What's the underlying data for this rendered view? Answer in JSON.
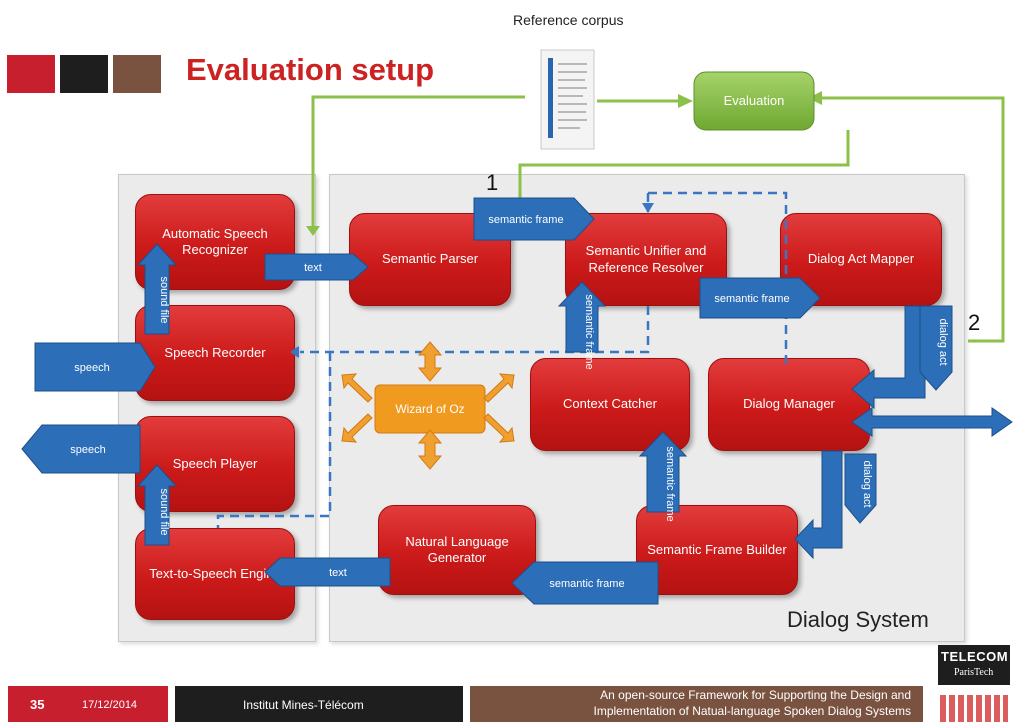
{
  "header": {
    "title": "Evaluation setup",
    "reference_corpus": "Reference corpus",
    "squares": [
      "#c81f2f",
      "#1e1e1e",
      "#7a5240"
    ]
  },
  "diagram": {
    "evaluation": "Evaluation",
    "marker_1": "1",
    "marker_2": "2",
    "system_label": "Dialog System",
    "boxes": {
      "asr": "Automatic Speech Recognizer",
      "speech_recorder": "Speech Recorder",
      "speech_player": "Speech Player",
      "tts": "Text-to-Speech Engine",
      "semantic_parser": "Semantic Parser",
      "semantic_unifier": "Semantic Unifier and Reference Resolver",
      "dialog_act_mapper": "Dialog Act Mapper",
      "context_catcher": "Context Catcher",
      "dialog_manager": "Dialog Manager",
      "nlg": "Natural Language Generator",
      "semantic_frame_builder": "Semantic Frame Builder",
      "wizard_of_oz": "Wizard of Oz"
    },
    "arrows": {
      "speech_in": "speech",
      "speech_out": "speech",
      "text_asr_parser": "text",
      "text_nlg_tts": "text",
      "sound_file_1": "sound file",
      "sound_file_2": "sound file",
      "semantic_frame_parser": "semantic frame",
      "semantic_frame_unifier": "semantic frame",
      "semantic_frame_context_1": "semantic frame",
      "semantic_frame_context_2": "semantic frame",
      "semantic_frame_builder_nlg": "semantic frame",
      "dialog_act_1": "dialog act",
      "dialog_act_2": "dialog act"
    }
  },
  "footer": {
    "page_number": "35",
    "date": "17/12/2014",
    "institute": "Institut Mines-Télécom",
    "caption_line1": "An open-source Framework for Supporting the Design and",
    "caption_line2": "Implementation of Natual-language Spoken Dialog Systems",
    "logo_line1": "TELECOM",
    "logo_line2": "ParisTech"
  },
  "colors": {
    "accent_red": "#cc2222",
    "box_red": "#d22a2a",
    "arrow_blue": "#2c6fb8",
    "line_green": "#8cc04a",
    "wizard_orange": "#f09a20"
  }
}
